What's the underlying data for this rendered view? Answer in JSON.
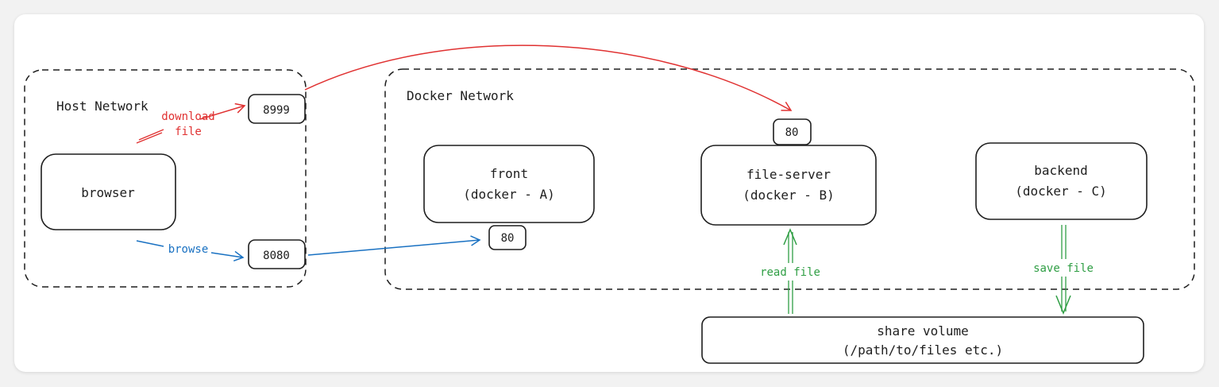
{
  "host_network": {
    "label": "Host Network",
    "browser": "browser",
    "ports": [
      "8999",
      "8080"
    ],
    "download_label": [
      "download",
      "file"
    ],
    "browse_label": "browse"
  },
  "docker_network": {
    "label": "Docker Network",
    "front": {
      "name": "front",
      "sub": "(docker - A)",
      "port": "80"
    },
    "file_server": {
      "name": "file-server",
      "sub": "(docker - B)",
      "port": "80"
    },
    "backend": {
      "name": "backend",
      "sub": "(docker - C)"
    }
  },
  "share_volume": {
    "name": "share volume",
    "sub": "(/path/to/files etc.)"
  },
  "edges": {
    "read_label": "read file",
    "save_label": "save file"
  },
  "colors": {
    "red": "#e03131",
    "blue": "#1971c2",
    "green": "#2f9e44",
    "ink": "#1e1e1e"
  }
}
